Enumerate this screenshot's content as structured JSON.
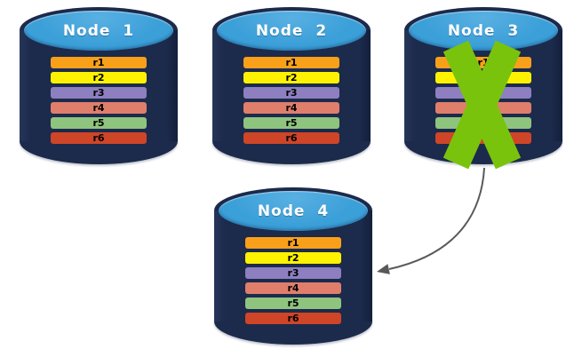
{
  "diagram": {
    "title": "replicated database nodes with failed node",
    "nodes": [
      {
        "id": "node-1",
        "label": "Node 1",
        "crossed_out": false
      },
      {
        "id": "node-2",
        "label": "Node 2",
        "crossed_out": false
      },
      {
        "id": "node-3",
        "label": "Node 3",
        "crossed_out": true
      },
      {
        "id": "node-4",
        "label": "Node 4",
        "crossed_out": false
      }
    ],
    "records": [
      {
        "label": "r1",
        "color": "#F9A01B"
      },
      {
        "label": "r2",
        "color": "#FEF200"
      },
      {
        "label": "r3",
        "color": "#8D7FC0"
      },
      {
        "label": "r4",
        "color": "#E07E6C"
      },
      {
        "label": "r5",
        "color": "#8FC47E"
      },
      {
        "label": "r6",
        "color": "#CF4527"
      }
    ],
    "arrow": {
      "from": "node-3",
      "to": "node-4"
    },
    "colors": {
      "cylinder_body": "#1C2A4B",
      "cylinder_top": "#3B9FD8",
      "label_text": "#FFFFFF",
      "record_text": "#000000",
      "cross": "#7AC30D",
      "arrow": "#595959",
      "background": "#FFFFFF"
    }
  }
}
